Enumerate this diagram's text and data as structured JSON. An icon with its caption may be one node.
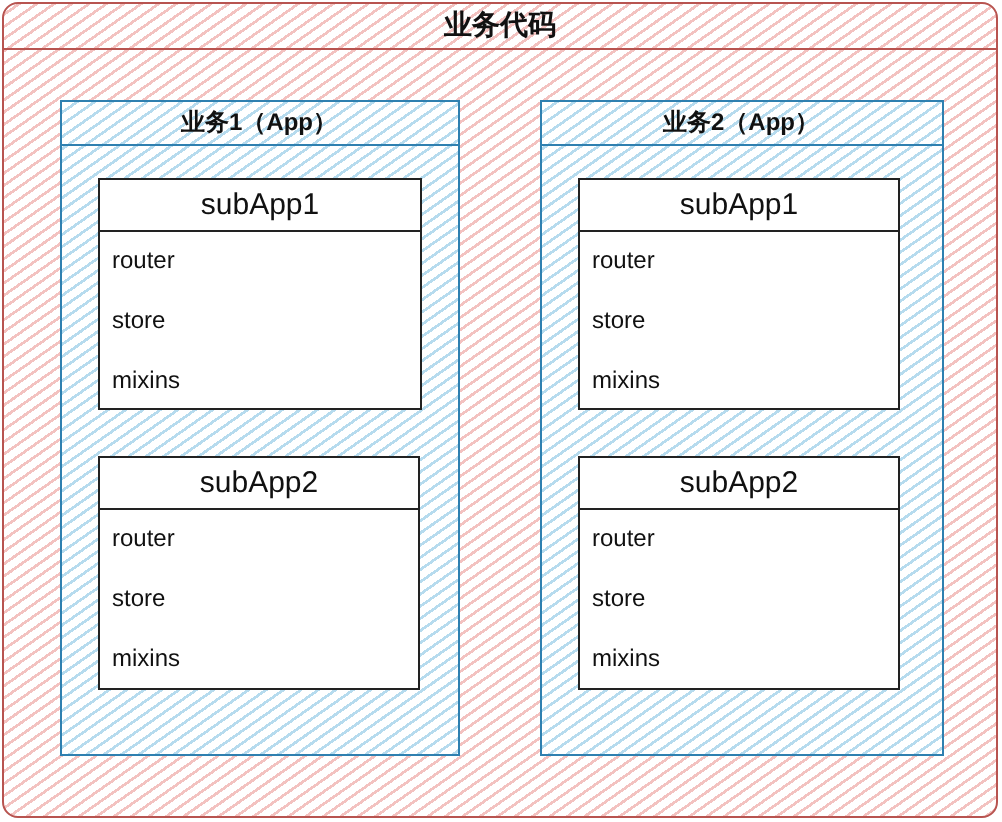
{
  "diagram": {
    "nodes": [
      {
        "text": [
          "业务代码"
        ]
      },
      {
        "text": [
          "业务1（App）"
        ],
        "in": 0
      },
      {
        "text": [
          "subApp1",
          "router",
          "store",
          "mixins"
        ],
        "in": 1
      },
      {
        "text": [
          "subApp2",
          "router",
          "store",
          "mixins"
        ],
        "in": 1
      },
      {
        "text": [
          "业务2（App）"
        ],
        "in": 0
      },
      {
        "text": [
          "subApp1",
          "router",
          "store",
          "mixins"
        ],
        "in": 4
      },
      {
        "text": [
          "subApp2",
          "router",
          "store",
          "mixins"
        ],
        "in": 4
      }
    ]
  }
}
